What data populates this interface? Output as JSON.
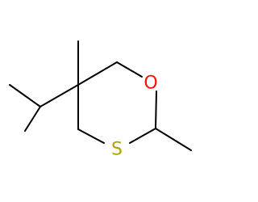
{
  "molecule": {
    "atoms": [
      {
        "id": "O",
        "label": "O",
        "color": "#FF0D0D"
      },
      {
        "id": "S",
        "label": "S",
        "color": "#B2A200"
      }
    ]
  },
  "colors": {
    "bond": "#000000",
    "background": "#ffffff"
  }
}
